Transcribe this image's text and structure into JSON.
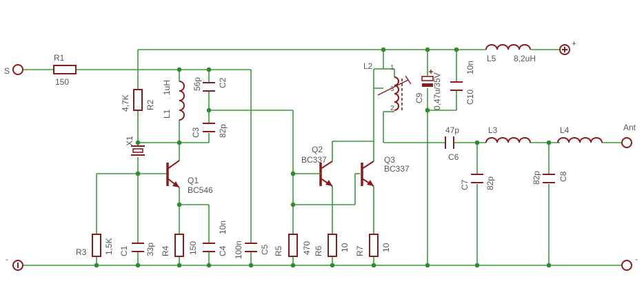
{
  "ports": {
    "s": "S",
    "plus": "+",
    "ant": "Ant",
    "gnd_left": "-",
    "gnd_right": "-"
  },
  "components": {
    "R1": {
      "name": "R1",
      "value": "150"
    },
    "R2": {
      "name": "R2",
      "value": "4,7K"
    },
    "R3": {
      "name": "R3",
      "value": "1,5K"
    },
    "R4": {
      "name": "R4",
      "value": "150"
    },
    "R5": {
      "name": "R5",
      "value": "470"
    },
    "R6": {
      "name": "R6",
      "value": "10"
    },
    "R7": {
      "name": "R7",
      "value": "10"
    },
    "C1": {
      "name": "C1",
      "value": "33p"
    },
    "C2": {
      "name": "C2",
      "value": "56p"
    },
    "C3": {
      "name": "C3",
      "value": "82p"
    },
    "C4": {
      "name": "C4",
      "value": "10n"
    },
    "C5": {
      "name": "C5",
      "value": "100n"
    },
    "C6": {
      "name": "C6",
      "value": "47p"
    },
    "C7": {
      "name": "C7",
      "value": "82p"
    },
    "C8": {
      "name": "C8",
      "value": "82p"
    },
    "C9": {
      "name": "C9",
      "value": "0,47u/35V"
    },
    "C10": {
      "name": "C10",
      "value": "10n"
    },
    "L1": {
      "name": "L1",
      "value": "1uH"
    },
    "L2": {
      "name": "L2"
    },
    "L3": {
      "name": "L3"
    },
    "L4": {
      "name": "L4"
    },
    "L5": {
      "name": "L5",
      "value": "8,2uH"
    },
    "X1": {
      "name": "X1"
    },
    "Q1": {
      "name": "Q1",
      "value": "BC546"
    },
    "Q2": {
      "name": "Q2",
      "value": "BC337"
    },
    "Q3": {
      "name": "Q3",
      "value": "BC337"
    }
  },
  "l2_pins": {
    "p1": "1",
    "p3": "3",
    "p2": "2"
  },
  "colors": {
    "wire": "#3a9a3a",
    "component": "#8b1a1a",
    "junction": "#2e8b2e",
    "label": "#555555"
  }
}
